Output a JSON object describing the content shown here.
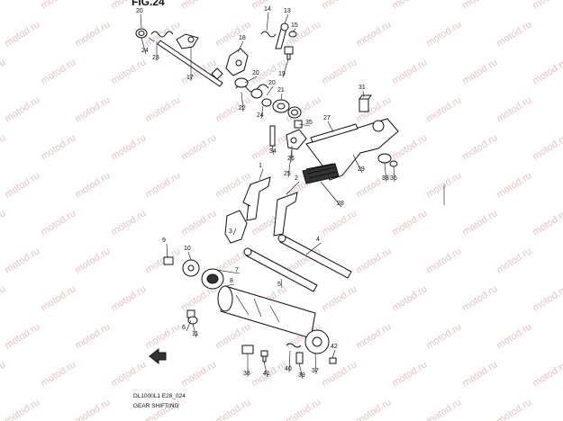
{
  "figure_label": "FIG.24",
  "caption": {
    "model_code": "DL1000L1 E28_024",
    "section_title": "GEAR SHIFTING"
  },
  "watermark_text": "motod.ru",
  "part_callouts": [
    "20",
    "24",
    "23",
    "14",
    "13",
    "15",
    "18",
    "19",
    "17",
    "20",
    "22",
    "20",
    "24",
    "21",
    "31",
    "35",
    "27",
    "34",
    "26",
    "25",
    "1",
    "2",
    "29",
    "33",
    "36",
    "28",
    "3",
    "4",
    "9",
    "10",
    "7",
    "8",
    "5",
    "6",
    "11",
    "38",
    "41",
    "40",
    "39",
    "37",
    "42"
  ]
}
